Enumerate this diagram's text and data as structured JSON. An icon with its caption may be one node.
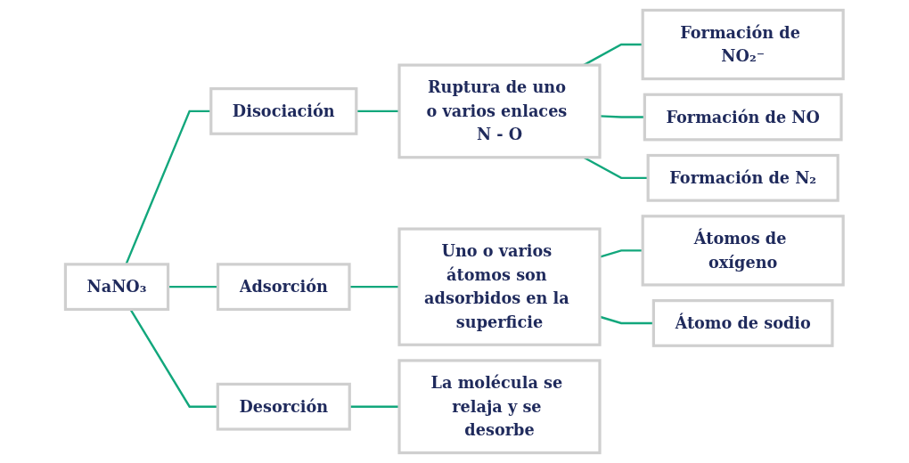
{
  "diagram": {
    "nodes": [
      {
        "text": [
          "NaNO₃"
        ]
      },
      {
        "text": [
          "Disociación"
        ]
      },
      {
        "text": [
          "Adsorción"
        ]
      },
      {
        "text": [
          "Desorción"
        ]
      },
      {
        "text": [
          "Ruptura de uno o varios enlaces N - O"
        ]
      },
      {
        "text": [
          "Uno o varios átomos son adsorbidos en la superficie"
        ]
      },
      {
        "text": [
          "La molécula se relaja y se desorbe"
        ]
      },
      {
        "text": [
          "Formación de NO₂⁻"
        ]
      },
      {
        "text": [
          "Formación de NO"
        ]
      },
      {
        "text": [
          "Formación de N₂"
        ]
      },
      {
        "text": [
          "Átomos de oxígeno"
        ]
      },
      {
        "text": [
          "Átomo de sodio"
        ]
      }
    ],
    "edges": [
      {
        "from": 0,
        "to": 1,
        "arrow": "none"
      },
      {
        "from": 0,
        "to": 2,
        "arrow": "none"
      },
      {
        "from": 0,
        "to": 3,
        "arrow": "none"
      },
      {
        "from": 1,
        "to": 4,
        "arrow": "none"
      },
      {
        "from": 2,
        "to": 5,
        "arrow": "none"
      },
      {
        "from": 3,
        "to": 6,
        "arrow": "none"
      },
      {
        "from": 4,
        "to": 7,
        "arrow": "none"
      },
      {
        "from": 4,
        "to": 8,
        "arrow": "none"
      },
      {
        "from": 4,
        "to": 9,
        "arrow": "none"
      },
      {
        "from": 5,
        "to": 10,
        "arrow": "none"
      },
      {
        "from": 5,
        "to": 11,
        "arrow": "none"
      }
    ]
  }
}
